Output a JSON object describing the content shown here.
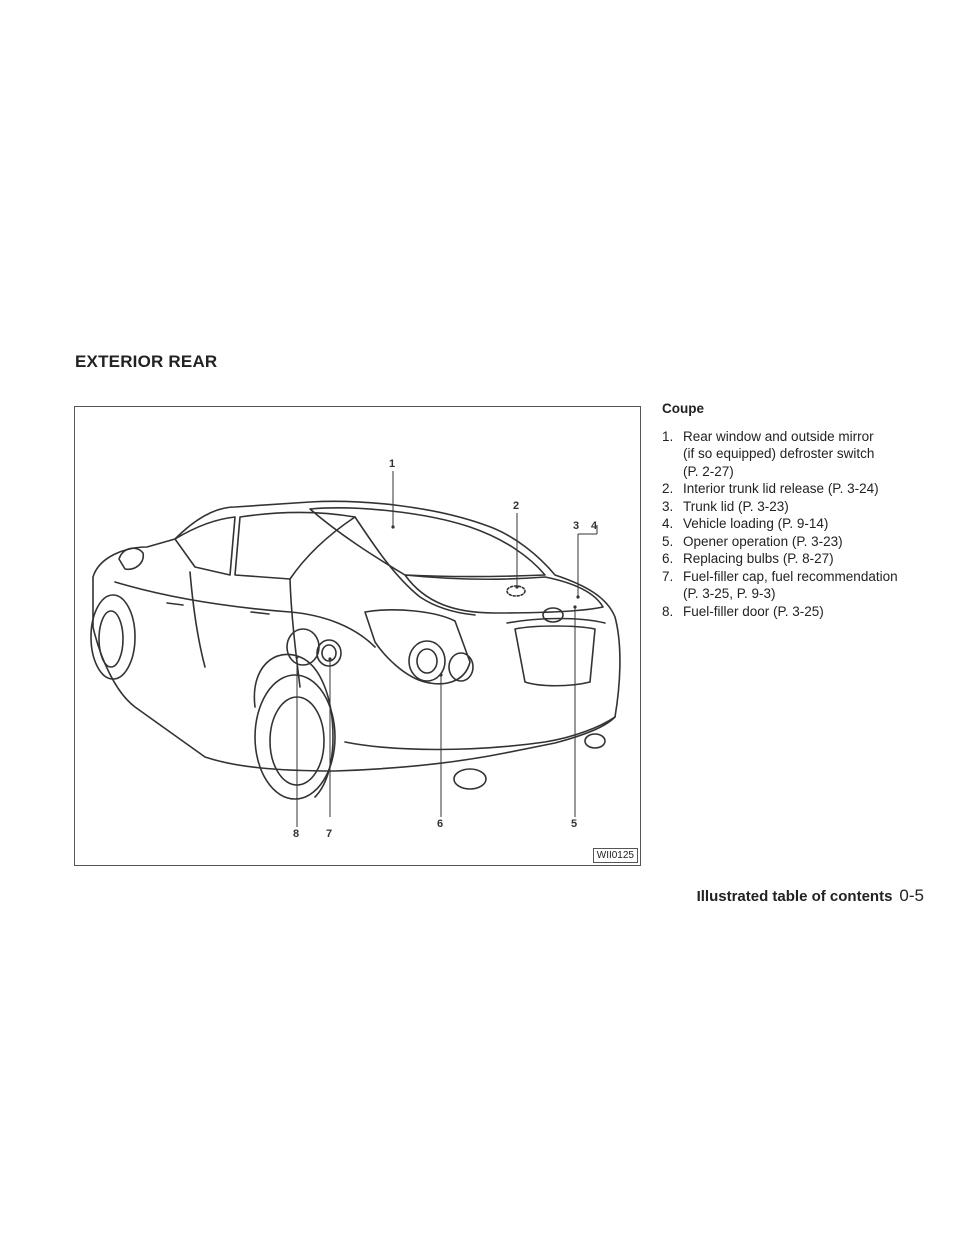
{
  "section_title": "EXTERIOR REAR",
  "figure": {
    "code": "WII0125",
    "callouts": [
      "1",
      "2",
      "3",
      "4",
      "5",
      "6",
      "7",
      "8"
    ]
  },
  "legend": {
    "heading": "Coupe",
    "items": [
      {
        "num": "1.",
        "text": "Rear window and outside mirror",
        "cont": [
          "(if so equipped) defroster switch",
          "(P. 2-27)"
        ]
      },
      {
        "num": "2.",
        "text": "Interior trunk lid release (P. 3-24)"
      },
      {
        "num": "3.",
        "text": "Trunk lid (P. 3-23)"
      },
      {
        "num": "4.",
        "text": "Vehicle loading (P. 9-14)"
      },
      {
        "num": "5.",
        "text": "Opener operation (P. 3-23)"
      },
      {
        "num": "6.",
        "text": "Replacing bulbs (P. 8-27)"
      },
      {
        "num": "7.",
        "text": "Fuel-filler cap, fuel recommendation",
        "cont": [
          "(P. 3-25, P. 9-3)"
        ]
      },
      {
        "num": "8.",
        "text": "Fuel-filler door (P. 3-25)"
      }
    ]
  },
  "footer": {
    "title": "Illustrated table of contents",
    "page": "0-5"
  }
}
